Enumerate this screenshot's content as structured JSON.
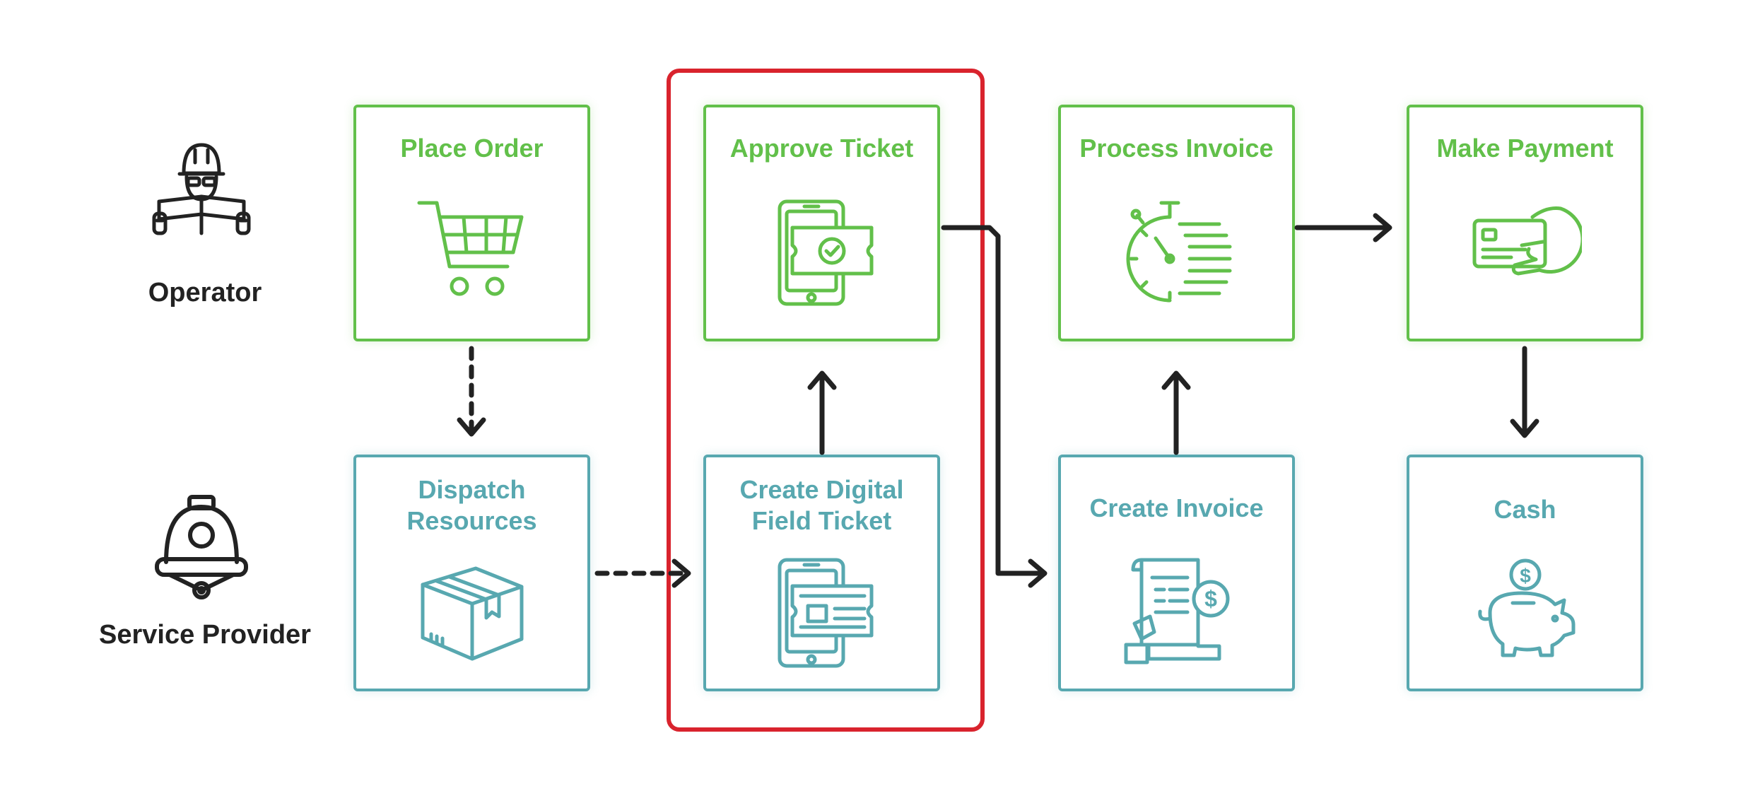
{
  "colors": {
    "operator": "#62c04a",
    "service_provider": "#58a8b0",
    "arrow": "#222222",
    "highlight": "#d9232d"
  },
  "lanes": {
    "operator": {
      "label": "Operator",
      "icon": "engineer-icon"
    },
    "service_provider": {
      "label": "Service Provider",
      "icon": "hardhat-icon"
    }
  },
  "steps": {
    "place_order": {
      "title": "Place Order",
      "icon": "shopping-cart-icon"
    },
    "approve_ticket": {
      "title": "Approve Ticket",
      "icon": "mobile-ticket-check-icon"
    },
    "process_invoice": {
      "title": "Process Invoice",
      "icon": "stopwatch-icon"
    },
    "make_payment": {
      "title": "Make Payment",
      "icon": "card-payment-icon"
    },
    "dispatch_resources": {
      "title_line1": "Dispatch",
      "title_line2": "Resources",
      "icon": "package-box-icon"
    },
    "create_digital_field_ticket": {
      "title_line1": "Create Digital",
      "title_line2": "Field Ticket",
      "icon": "mobile-ticket-icon"
    },
    "create_invoice": {
      "title": "Create Invoice",
      "icon": "invoice-receipt-icon"
    },
    "cash": {
      "title": "Cash",
      "icon": "piggy-bank-icon"
    }
  }
}
